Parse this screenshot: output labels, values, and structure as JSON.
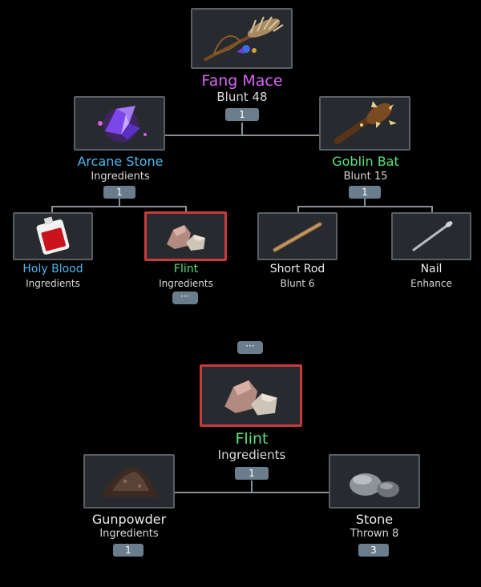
{
  "colors": {
    "legendary": "#d765f2",
    "rare": "#4db8f2",
    "uncommon": "#59e27a",
    "common": "#ececec",
    "badge": "#6a7d8c",
    "selection": "#c93a3a"
  },
  "upper_tree": {
    "root": {
      "name": "Fang Mace",
      "sub": "Blunt 48",
      "qty": "1",
      "icon": "fang-mace-icon"
    },
    "arcane_stone": {
      "name": "Arcane Stone",
      "sub": "Ingredients",
      "qty": "1",
      "icon": "arcane-stone-icon"
    },
    "goblin_bat": {
      "name": "Goblin Bat",
      "sub": "Blunt 15",
      "qty": "1",
      "icon": "goblin-bat-icon"
    },
    "holy_blood": {
      "name": "Holy Blood",
      "sub": "Ingredients",
      "icon": "holy-blood-icon"
    },
    "flint": {
      "name": "Flint",
      "sub": "Ingredients",
      "more": "···",
      "icon": "flint-icon"
    },
    "short_rod": {
      "name": "Short Rod",
      "sub": "Blunt 6",
      "icon": "short-rod-icon"
    },
    "nail": {
      "name": "Nail",
      "sub": "Enhance",
      "icon": "nail-icon"
    }
  },
  "middle_more": "···",
  "lower_tree": {
    "root": {
      "name": "Flint",
      "sub": "Ingredients",
      "qty": "1",
      "icon": "flint-icon"
    },
    "gunpowder": {
      "name": "Gunpowder",
      "sub": "Ingredients",
      "qty": "1",
      "icon": "gunpowder-icon"
    },
    "stone": {
      "name": "Stone",
      "sub": "Thrown 8",
      "qty": "3",
      "icon": "stone-icon"
    }
  }
}
